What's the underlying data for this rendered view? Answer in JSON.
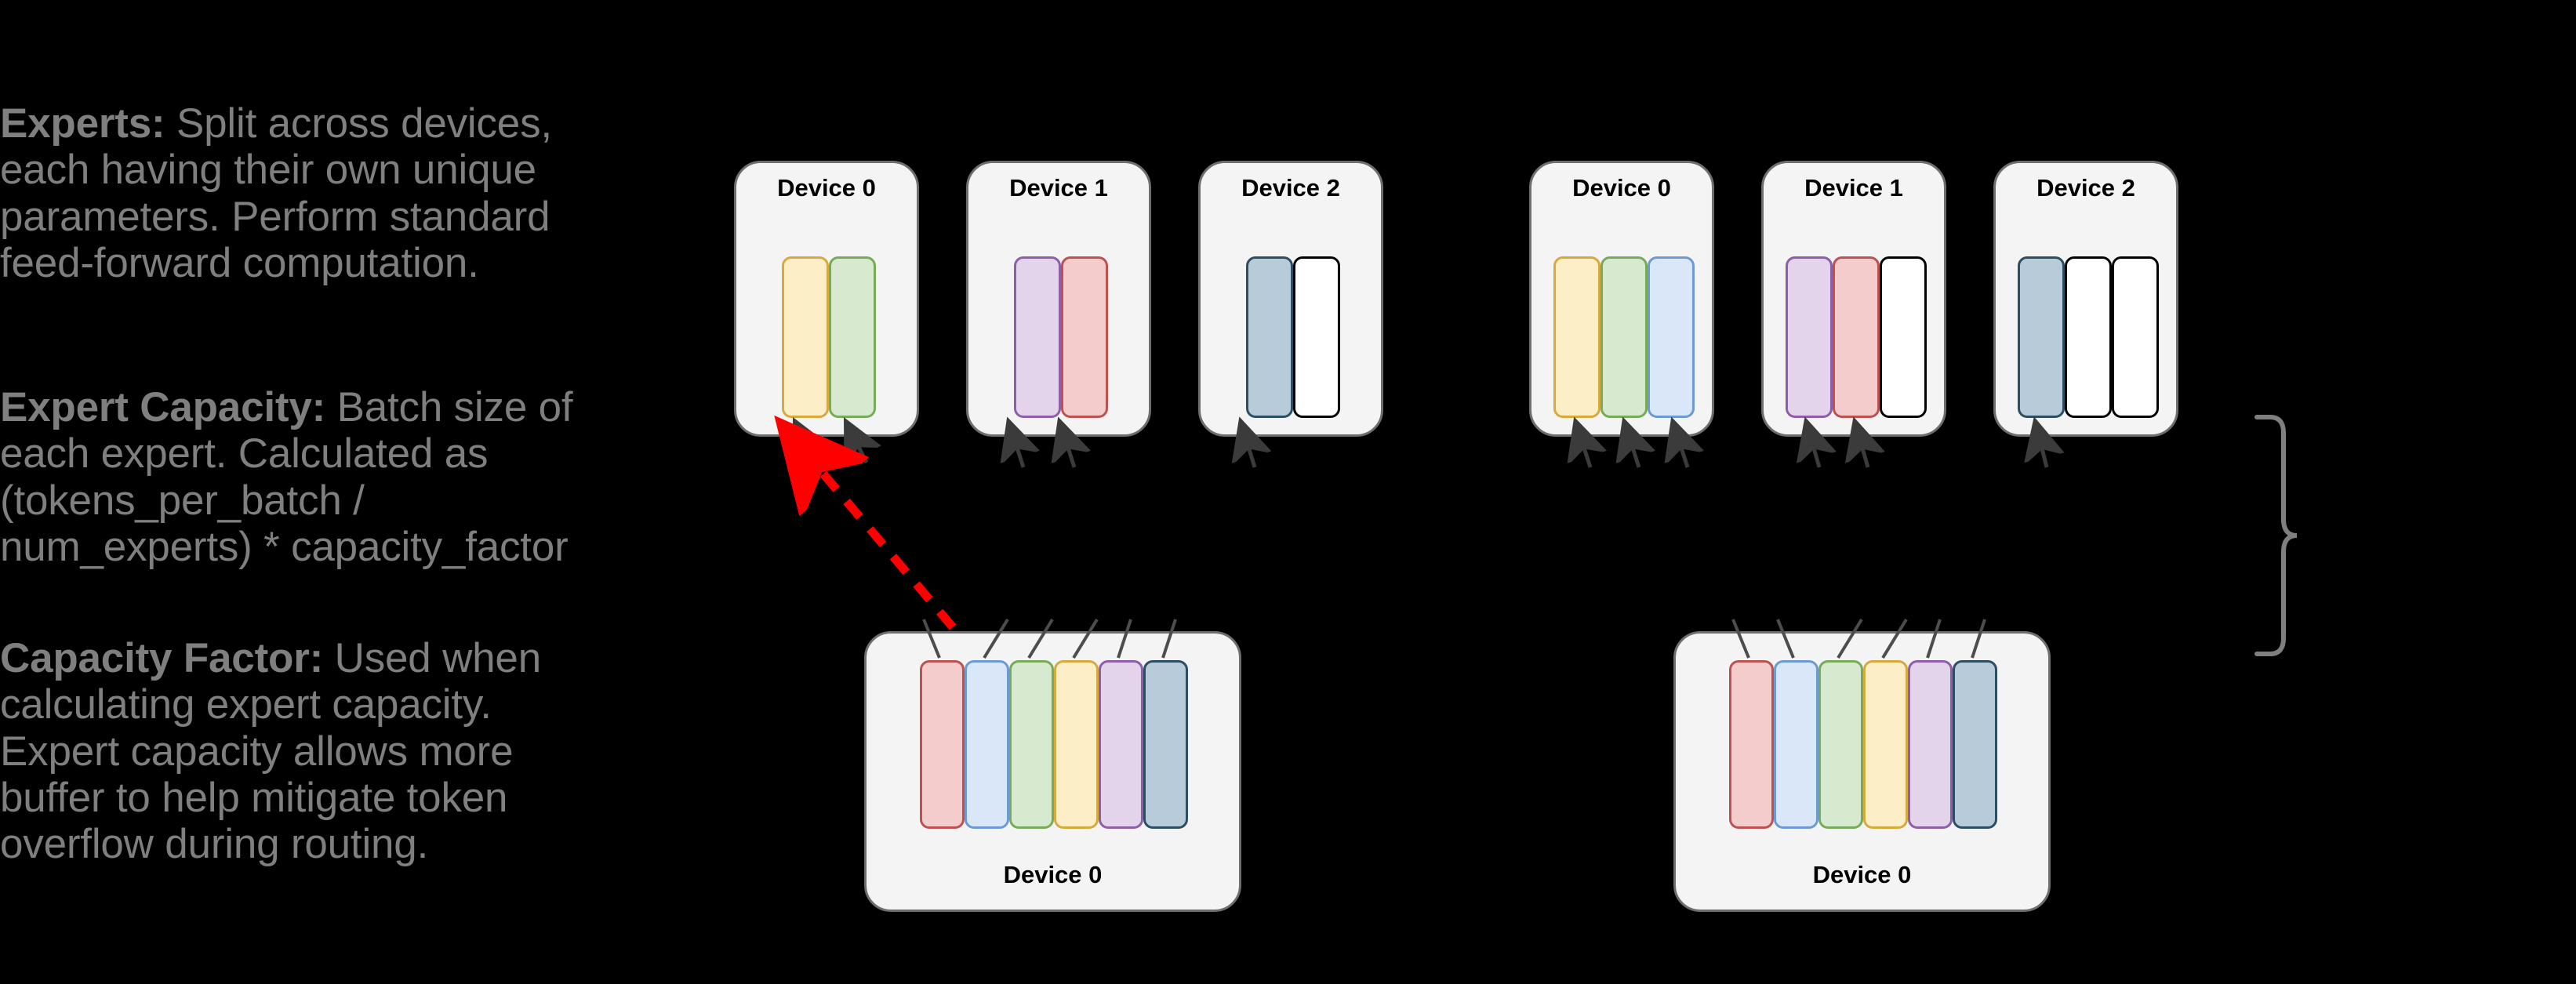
{
  "notes": [
    {
      "id": "experts",
      "term": "Experts:",
      "body": " Split across devices, each having their own unique parameters. Perform standard feed-forward computation."
    },
    {
      "id": "expert-capacity",
      "term": "Expert Capacity:",
      "body": " Batch size of each expert. Calculated as (tokens_per_batch / num_experts) * capacity_factor"
    },
    {
      "id": "capacity-factor",
      "term": "Capacity Factor:",
      "body": " Used when calculating expert capacity. Expert capacity allows more buffer to help mitigate token overflow during routing."
    }
  ],
  "colors": {
    "red": {
      "fill": "#f4cccc",
      "border": "#bc5252"
    },
    "blue": {
      "fill": "#d9e7f9",
      "border": "#6b9bd2"
    },
    "green": {
      "fill": "#d7ead0",
      "border": "#77ab59"
    },
    "yellow": {
      "fill": "#fcefc8",
      "border": "#d8aa3d"
    },
    "purple": {
      "fill": "#e3d4ec",
      "border": "#8e5ea8"
    },
    "slate": {
      "fill": "#b8cbd8",
      "border": "#2d4d63"
    },
    "empty": {
      "fill": "#ffffff",
      "border": "#000000"
    },
    "card_bg": "#f4f4f4",
    "card_border": "#6e6e6e",
    "note_text": "#7f7f7f",
    "title_text": "#000000",
    "connector": "#4d4d4d",
    "highlight": "#ff0000"
  },
  "groups": [
    {
      "id": "group-capacity-factor-1",
      "devices": [
        {
          "label": "Device 0",
          "slots": [
            "yellow",
            "green"
          ]
        },
        {
          "label": "Device 1",
          "slots": [
            "purple",
            "red"
          ]
        },
        {
          "label": "Device 2",
          "slots": [
            "slate",
            "empty"
          ]
        }
      ],
      "token_card": {
        "label": "Device 0",
        "tokens": [
          "red",
          "blue",
          "green",
          "yellow",
          "purple",
          "slate"
        ]
      }
    },
    {
      "id": "group-capacity-factor-2",
      "devices": [
        {
          "label": "Device 0",
          "slots": [
            "yellow",
            "green",
            "blue"
          ]
        },
        {
          "label": "Device 1",
          "slots": [
            "purple",
            "red",
            "empty"
          ]
        },
        {
          "label": "Device 2",
          "slots": [
            "slate",
            "empty",
            "empty"
          ]
        }
      ],
      "token_card": {
        "label": "Device 0",
        "tokens": [
          "red",
          "blue",
          "green",
          "yellow",
          "purple",
          "slate"
        ]
      }
    }
  ],
  "annotations": {
    "overflow_arrow": {
      "name": "dropped-token-arrow",
      "color": "#ff0000",
      "style": "dashed",
      "from": "bottom-left-blue-token",
      "to": "group1-device0-yellow-expert"
    },
    "brace": {
      "name": "right-grouping-brace",
      "color": "#7f7f7f",
      "label": ""
    }
  }
}
